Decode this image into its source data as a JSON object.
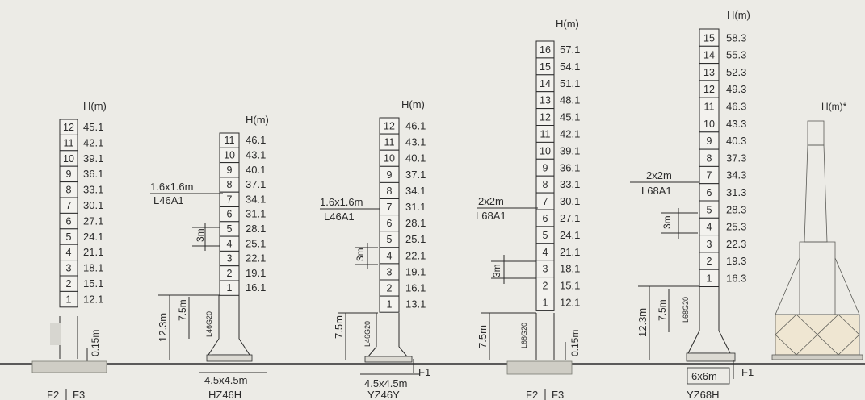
{
  "diagram": {
    "towers": [
      {
        "id": "tower-1",
        "header": "H(m)",
        "sections": [
          {
            "n": "12",
            "h": "45.1"
          },
          {
            "n": "11",
            "h": "42.1"
          },
          {
            "n": "10",
            "h": "39.1"
          },
          {
            "n": "9",
            "h": "36.1"
          },
          {
            "n": "8",
            "h": "33.1"
          },
          {
            "n": "7",
            "h": "30.1"
          },
          {
            "n": "6",
            "h": "27.1"
          },
          {
            "n": "5",
            "h": "24.1"
          },
          {
            "n": "4",
            "h": "21.1"
          },
          {
            "n": "3",
            "h": "18.1"
          },
          {
            "n": "2",
            "h": "15.1"
          },
          {
            "n": "1",
            "h": "12.1"
          }
        ],
        "base_dim": "0.15m",
        "foundation_labels": [
          "F2",
          "F3"
        ]
      },
      {
        "id": "tower-2",
        "header": "H(m)",
        "sections": [
          {
            "n": "11",
            "h": "46.1"
          },
          {
            "n": "10",
            "h": "43.1"
          },
          {
            "n": "9",
            "h": "40.1"
          },
          {
            "n": "8",
            "h": "37.1"
          },
          {
            "n": "7",
            "h": "34.1"
          },
          {
            "n": "6",
            "h": "31.1"
          },
          {
            "n": "5",
            "h": "28.1"
          },
          {
            "n": "4",
            "h": "25.1"
          },
          {
            "n": "3",
            "h": "22.1"
          },
          {
            "n": "2",
            "h": "19.1"
          },
          {
            "n": "1",
            "h": "16.1"
          }
        ],
        "section_label": "1.6x1.6m",
        "section_code": "L46A1",
        "spacing": "3m",
        "base_height": "12.3m",
        "base_sub": "7.5m",
        "base_code": "L46G20",
        "footprint": "4.5x4.5m",
        "model": "HZ46H"
      },
      {
        "id": "tower-3",
        "header": "H(m)",
        "sections": [
          {
            "n": "12",
            "h": "46.1"
          },
          {
            "n": "11",
            "h": "43.1"
          },
          {
            "n": "10",
            "h": "40.1"
          },
          {
            "n": "9",
            "h": "37.1"
          },
          {
            "n": "8",
            "h": "34.1"
          },
          {
            "n": "7",
            "h": "31.1"
          },
          {
            "n": "6",
            "h": "28.1"
          },
          {
            "n": "5",
            "h": "25.1"
          },
          {
            "n": "4",
            "h": "22.1"
          },
          {
            "n": "3",
            "h": "19.1"
          },
          {
            "n": "2",
            "h": "16.1"
          },
          {
            "n": "1",
            "h": "13.1"
          }
        ],
        "section_label": "1.6x1.6m",
        "section_code": "L46A1",
        "spacing": "3m",
        "base_sub": "7.5m",
        "base_code": "L46G20",
        "footprint": "4.5x4.5m",
        "model": "YZ46Y",
        "foundation": "F1"
      },
      {
        "id": "tower-4",
        "header": "H(m)",
        "sections": [
          {
            "n": "16",
            "h": "57.1"
          },
          {
            "n": "15",
            "h": "54.1"
          },
          {
            "n": "14",
            "h": "51.1"
          },
          {
            "n": "13",
            "h": "48.1"
          },
          {
            "n": "12",
            "h": "45.1"
          },
          {
            "n": "11",
            "h": "42.1"
          },
          {
            "n": "10",
            "h": "39.1"
          },
          {
            "n": "9",
            "h": "36.1"
          },
          {
            "n": "8",
            "h": "33.1"
          },
          {
            "n": "7",
            "h": "30.1"
          },
          {
            "n": "6",
            "h": "27.1"
          },
          {
            "n": "5",
            "h": "24.1"
          },
          {
            "n": "4",
            "h": "21.1"
          },
          {
            "n": "3",
            "h": "18.1"
          },
          {
            "n": "2",
            "h": "15.1"
          },
          {
            "n": "1",
            "h": "12.1"
          }
        ],
        "section_label": "2x2m",
        "section_code": "L68A1",
        "spacing": "3m",
        "base_sub": "7.5m",
        "base_code": "L68G20",
        "base_dim": "0.15m",
        "foundation_labels": [
          "F2",
          "F3"
        ]
      },
      {
        "id": "tower-5",
        "header": "H(m)",
        "sections": [
          {
            "n": "15",
            "h": "58.3"
          },
          {
            "n": "14",
            "h": "55.3"
          },
          {
            "n": "13",
            "h": "52.3"
          },
          {
            "n": "12",
            "h": "49.3"
          },
          {
            "n": "11",
            "h": "46.3"
          },
          {
            "n": "10",
            "h": "43.3"
          },
          {
            "n": "9",
            "h": "40.3"
          },
          {
            "n": "8",
            "h": "37.3"
          },
          {
            "n": "7",
            "h": "34.3"
          },
          {
            "n": "6",
            "h": "31.3"
          },
          {
            "n": "5",
            "h": "28.3"
          },
          {
            "n": "4",
            "h": "25.3"
          },
          {
            "n": "3",
            "h": "22.3"
          },
          {
            "n": "2",
            "h": "19.3"
          },
          {
            "n": "1",
            "h": "16.3"
          }
        ],
        "section_label": "2x2m",
        "section_code": "L68A1",
        "spacing": "3m",
        "base_height": "12.3m",
        "base_sub": "7.5m",
        "base_code": "L68G20",
        "footprint": "6x6m",
        "model": "YZ68H",
        "foundation": "F1"
      },
      {
        "id": "tower-6",
        "header": "H(m)*"
      }
    ]
  }
}
